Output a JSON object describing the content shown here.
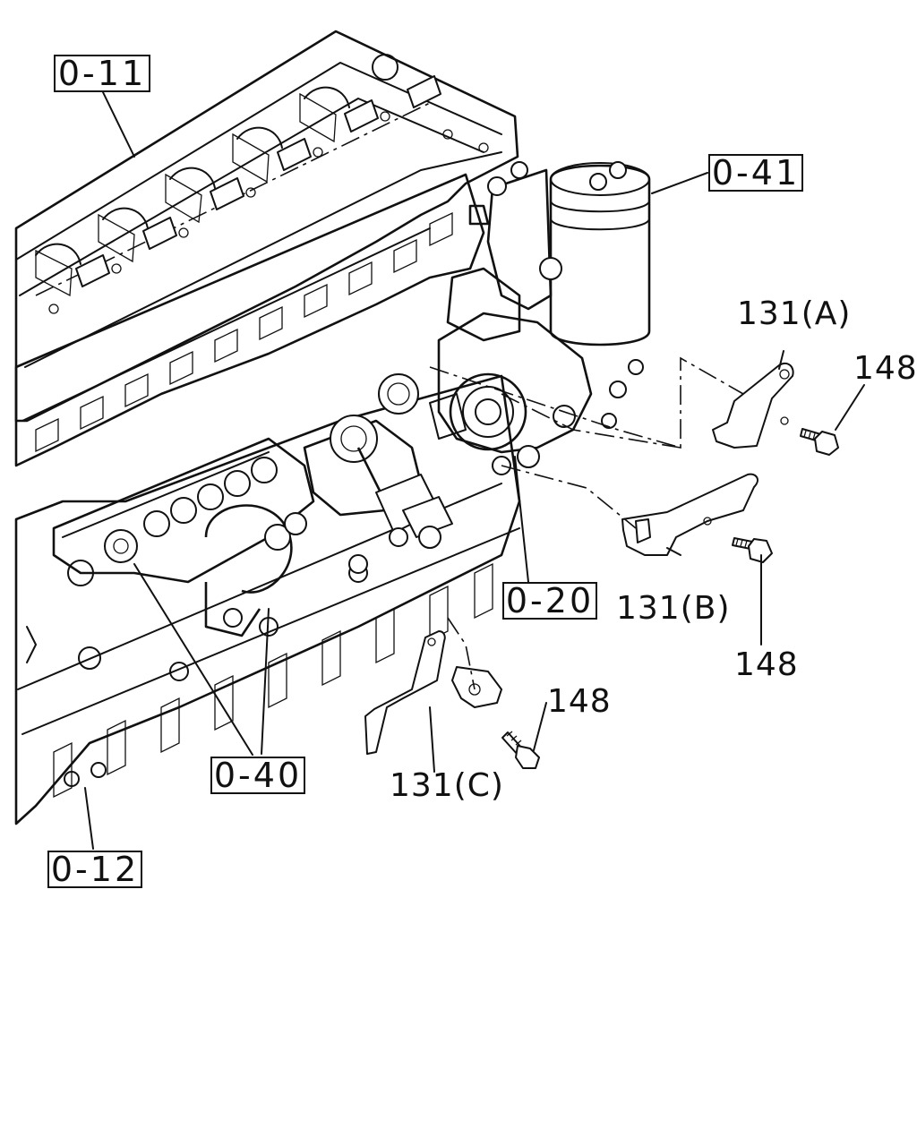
{
  "diagram": {
    "refs": {
      "r011": "0-11",
      "r041": "0-41",
      "r020": "0-20",
      "r040": "0-40",
      "r012": "0-12"
    },
    "parts": {
      "p131a": "131(A)",
      "p131b": "131(B)",
      "p131c": "131(C)",
      "p148a": "148",
      "p148b": "148",
      "p148c": "148"
    }
  }
}
